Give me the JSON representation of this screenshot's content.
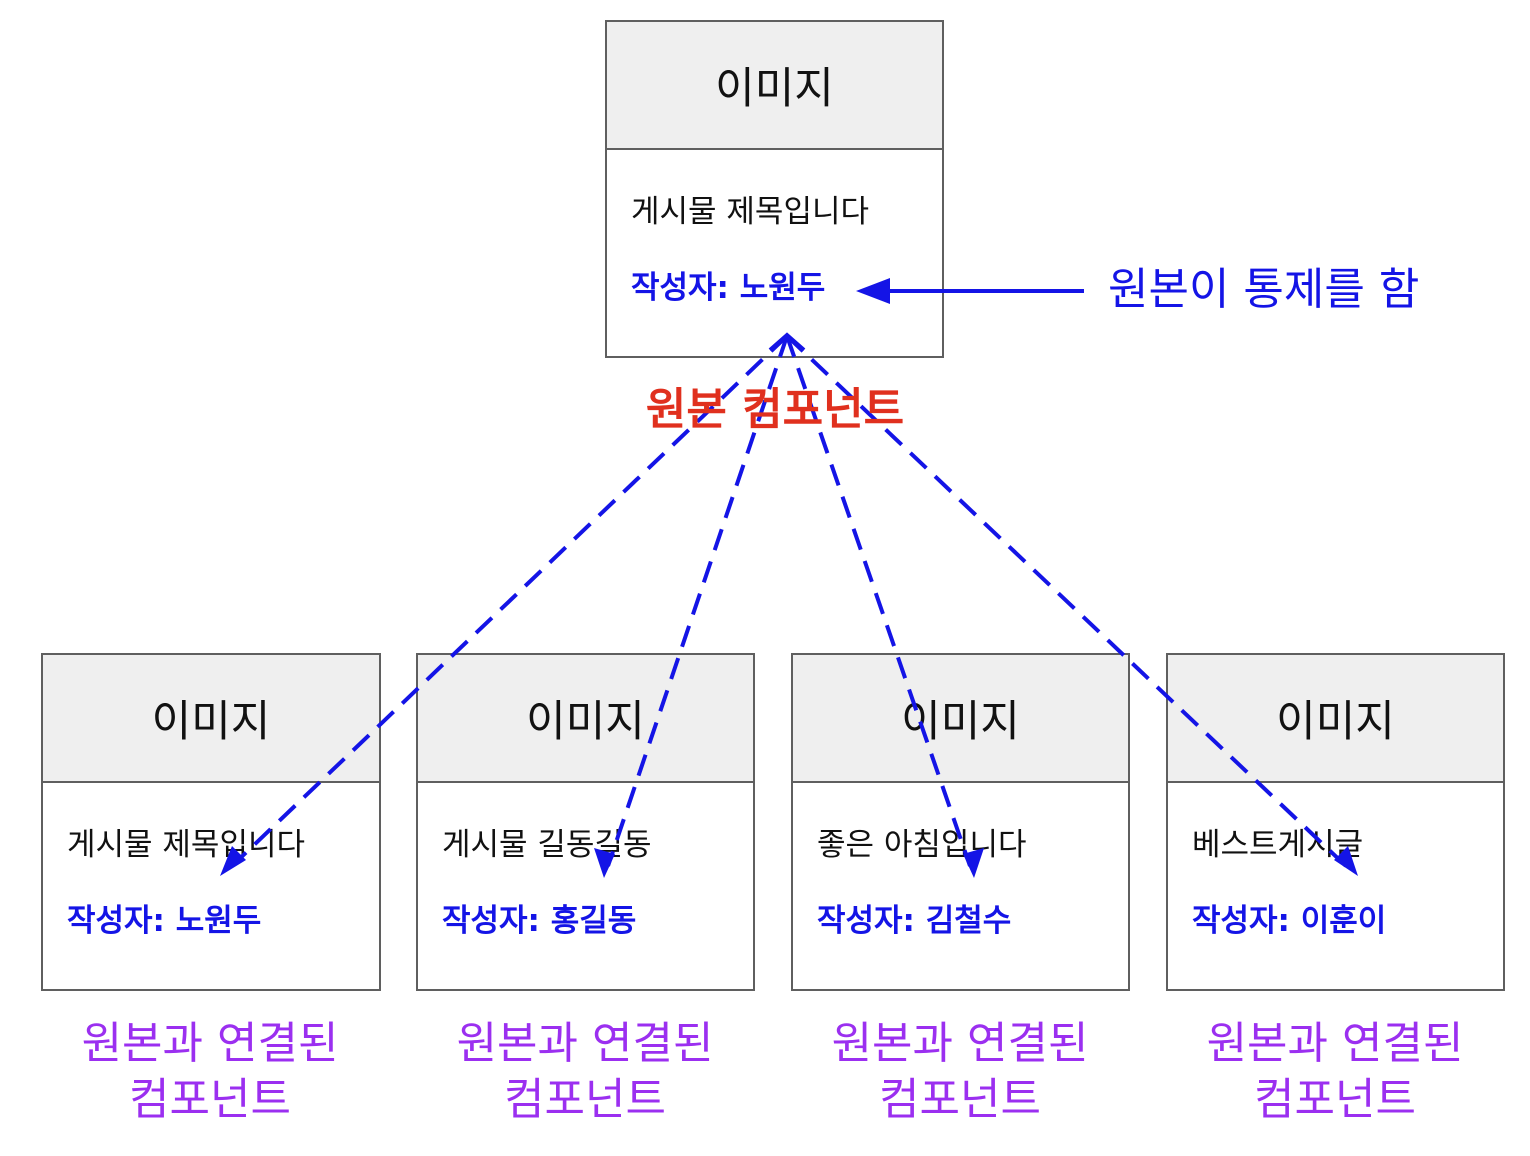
{
  "original": {
    "image_label": "이미지",
    "title": "게시물 제목입니다",
    "author": "작성자: 노원두",
    "caption": "원본 컴포넌트"
  },
  "control_note": "원본이 통제를 함",
  "copies": [
    {
      "image_label": "이미지",
      "title": "게시물 제목입니다",
      "author": "작성자: 노원두",
      "caption_line1": "원본과 연결된",
      "caption_line2": "컴포넌트"
    },
    {
      "image_label": "이미지",
      "title": "게시물 길동길동",
      "author": "작성자: 홍길동",
      "caption_line1": "원본과 연결된",
      "caption_line2": "컴포넌트"
    },
    {
      "image_label": "이미지",
      "title": "좋은 아침입니다",
      "author": "작성자: 김철수",
      "caption_line1": "원본과 연결된",
      "caption_line2": "컴포넌트"
    },
    {
      "image_label": "이미지",
      "title": "베스트게시글",
      "author": "작성자: 이훈이",
      "caption_line1": "원본과 연결된",
      "caption_line2": "컴포넌트"
    }
  ],
  "colors": {
    "arrow": "#1414e6",
    "original_caption": "#e0301e",
    "copy_caption": "#9b2ff0",
    "author_text": "#1414e6",
    "image_fill": "#efefef",
    "border": "#5f5f5f"
  }
}
